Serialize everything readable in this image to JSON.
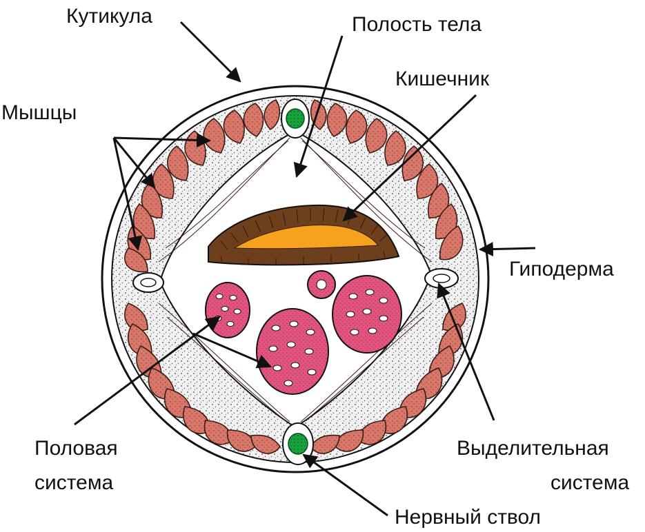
{
  "labels": {
    "cuticle": "Кутикула",
    "body_cavity": "Полость тела",
    "intestine": "Кишечник",
    "muscles": "Мышцы",
    "hypodermis": "Гиподерма",
    "reproductive_line1": "Половая",
    "reproductive_line2": "система",
    "excretory_line1": "Выделительная",
    "excretory_line2": "система",
    "nerve_trunk": "Нервный ствол"
  },
  "colors": {
    "muscle_fill": "#d9786a",
    "muscle_stroke": "#3a1c16",
    "hypodermis_fill": "#efefef",
    "intestine_wall": "#6e3f1c",
    "intestine_lumen": "#f6a21e",
    "gonad_fill": "#e2557f",
    "nerve_fill": "#17a23c",
    "outline": "#111111"
  }
}
